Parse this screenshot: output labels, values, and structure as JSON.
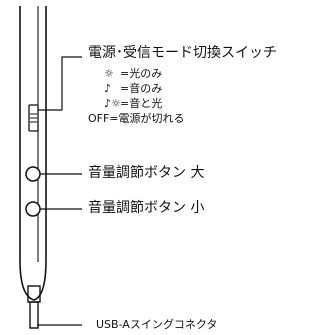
{
  "labels": {
    "mode_switch": "電源･受信モード切換スイッチ",
    "volume_up": "音量調節ボタン 大",
    "volume_down": "音量調節ボタン 小",
    "usb_connector": "USB-Aスイングコネクタ"
  },
  "legend": [
    {
      "symbol": "☼",
      "text": "=光のみ"
    },
    {
      "symbol": "♪",
      "text": "=音のみ"
    },
    {
      "symbol": "♪☼",
      "text": "=音と光"
    },
    {
      "symbol": "",
      "text": "OFF=電源が切れる"
    }
  ]
}
